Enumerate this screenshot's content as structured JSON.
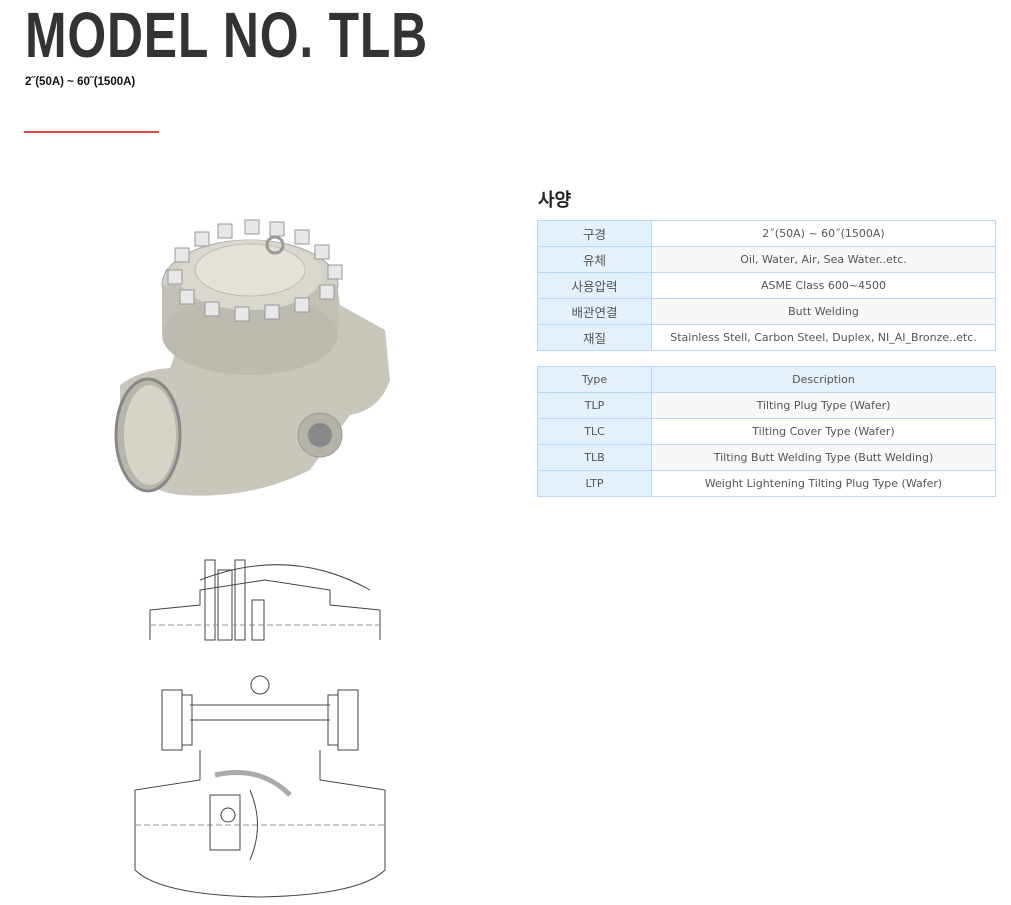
{
  "header": {
    "title": "MODEL NO. TLB",
    "subtitle": "2˝(50A) ~ 60˝(1500A)"
  },
  "spec": {
    "heading": "사양",
    "rows": [
      {
        "key": "구경",
        "value": "2˝(50A) ~ 60˝(1500A)"
      },
      {
        "key": "유체",
        "value": "Oil, Water, Air, Sea Water..etc."
      },
      {
        "key": "사용압력",
        "value": "ASME Class 600~4500"
      },
      {
        "key": "배관연결",
        "value": "Butt Welding"
      },
      {
        "key": "재질",
        "value": "Stainless Stell, Carbon Steel,  Duplex,  NI_AI_Bronze..etc."
      }
    ]
  },
  "types": {
    "headers": [
      "Type",
      "Description"
    ],
    "rows": [
      {
        "type": "TLP",
        "desc": "Tilting  Plug Type (Wafer)"
      },
      {
        "type": "TLC",
        "desc": "Tilting Cover Type (Wafer)"
      },
      {
        "type": "TLB",
        "desc": "Tilting  Butt Welding Type (Butt Welding)"
      },
      {
        "type": "LTP",
        "desc": "Weight  Lightening Tilting  Plug Type (Wafer)"
      }
    ]
  },
  "colors": {
    "accent": "#e84545",
    "table_border": "#b7d9f5",
    "table_key_bg": "#e3f1fc"
  }
}
